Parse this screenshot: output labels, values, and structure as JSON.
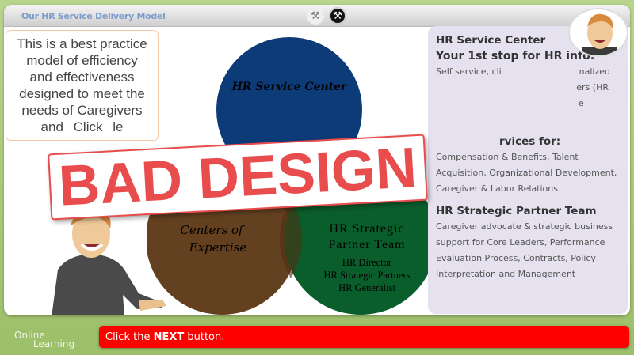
{
  "header": {
    "title": "Our HR Service Delivery Model",
    "tools_icon": "tools-icon",
    "tools_active_icon": "tools-icon-active"
  },
  "intro": {
    "lines": [
      "This is a best practice",
      "model of efficiency",
      "and effectiveness",
      "designed to meet the",
      "needs of Caregivers",
      "and",
      "Click",
      "le"
    ]
  },
  "venn": {
    "circle_top": {
      "label": "HR Service Center",
      "color": "#0d3b78"
    },
    "circle_left": {
      "label_line1": "Centers of",
      "label_line2": "Expertise",
      "color": "#5e3a18"
    },
    "circle_right": {
      "label_line1": "HR Strategic",
      "label_line2": "Partner Team",
      "members": [
        "HR Director",
        "HR Strategic Partners",
        "HR Generalist"
      ],
      "color": "#0a5e2c"
    }
  },
  "panel": {
    "s1_title": "HR Service Center",
    "s1_subtitle": "Your 1st stop for HR info:",
    "s1_fragments": [
      "Self service, cli",
      "nalized",
      "ers  (HR",
      "e"
    ],
    "s2_title_fragment": "rvices for:",
    "s2_text": "Compensation & Benefits, Talent Acquisition, Organizational Development, Caregiver & Labor Relations",
    "s3_title": "HR Strategic Partner Team",
    "s3_text": "Caregiver advocate & strategic business support for Core Leaders, Performance Evaluation Process, Contracts, Policy Interpretation and Management"
  },
  "stamp": {
    "text": "BAD DESIGN",
    "color": "#e84c4c"
  },
  "footer": {
    "logo_line1": "Online",
    "logo_line2": "Learning",
    "instruction_prefix": "Click the ",
    "instruction_bold": "NEXT",
    "instruction_suffix": " button."
  }
}
